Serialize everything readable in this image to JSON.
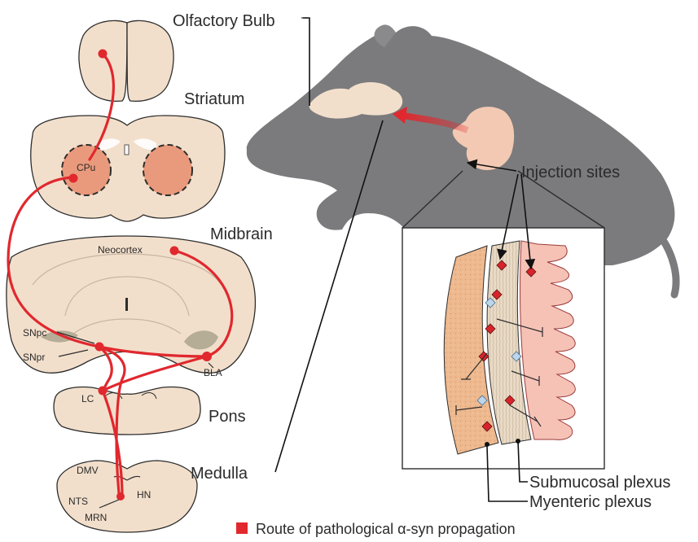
{
  "colors": {
    "tissue": "#f2dfcb",
    "tissue_outline": "#2d2d2d",
    "striatum_fill": "#ea9a7c",
    "route_red": "#e0282e",
    "mouse_gray": "#7b7b7d",
    "gut_peach": "#f3c9b3",
    "gut_mucosa": "#f6c2b6",
    "gut_muscle": "#eadbc7",
    "neuron_marker": "#d7242b",
    "glia_marker": "#bcd6ec"
  },
  "labels": {
    "olfactory_bulb": "Olfactory Bulb",
    "striatum": "Striatum",
    "midbrain": "Midbrain",
    "pons": "Pons",
    "medulla": "Medulla",
    "cpu": "CPu",
    "neocortex": "Neocortex",
    "snpc": "SNpc",
    "snpr": "SNpr",
    "bla": "BLA",
    "lc": "LC",
    "dmv": "DMV",
    "nts": "NTS",
    "hn": "HN",
    "mrn": "MRN",
    "injection_sites": "Injection sites",
    "submucosal_plexus": "Submucosal plexus",
    "myenteric_plexus": "Myenteric plexus"
  },
  "legend": {
    "route": "Route of pathological α-syn propagation"
  }
}
